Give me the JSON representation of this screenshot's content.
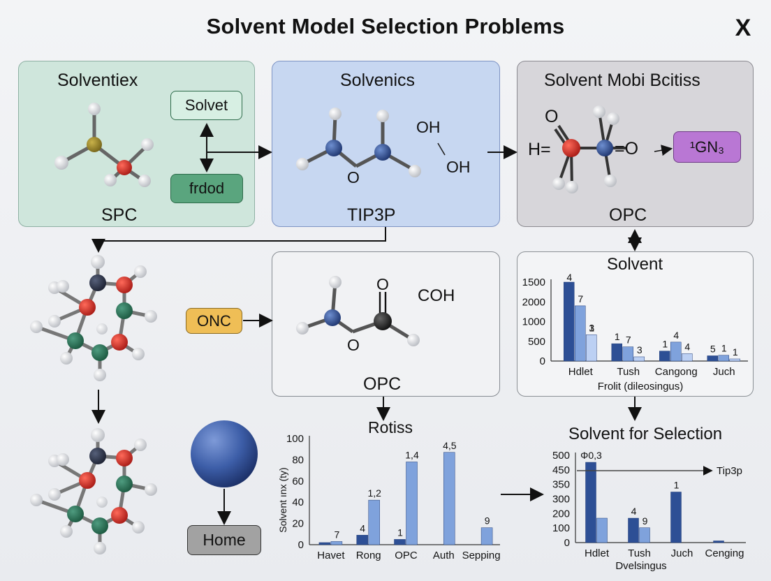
{
  "title": "Solvent Model Selection Problems",
  "close_label": "X",
  "panels": {
    "green": {
      "title": "Solventiex",
      "box_top": "Solvet",
      "box_bottom": "frdod",
      "caption": "SPC"
    },
    "blue": {
      "title": "Solvenics",
      "oh_top": "OH",
      "oh_bottom": "OH",
      "o_label": "O",
      "caption": "TIP3P"
    },
    "gray": {
      "title": "Solvent Mobi Bcitiss",
      "h_label": "H=",
      "o_top": "O",
      "o_right": "=O",
      "badge": "¹GN₃",
      "caption": "OPC"
    },
    "mid": {
      "o_top": "O",
      "o_bottom": "O",
      "coh": "COH",
      "caption": "OPC"
    }
  },
  "onc_label": "ONC",
  "home_label": "Home",
  "colors": {
    "green_panel": "#cfe6dc",
    "blue_panel": "#c7d7f1",
    "gray_panel": "#d7d6da",
    "bar_dark": "#2d4f95",
    "bar_mid": "#7fa2dc",
    "bar_light": "#bcd0f3",
    "badge": "#b977d4",
    "onc": "#efbe56",
    "home": "#a2a2a2",
    "sphere": "#3d5ea8"
  },
  "chart_data": [
    {
      "type": "bar",
      "title": "Solvent",
      "xlabel": "Frolit (dileosingus)",
      "ylabel": "",
      "ylim": [
        0,
        1500
      ],
      "yticks": [
        0,
        500,
        1000,
        2000,
        1500
      ],
      "categories": [
        "Hdlet",
        "Tush",
        "Cangong",
        "Juch"
      ],
      "series": [
        {
          "values": [
            1750,
            330,
            190,
            100
          ]
        },
        {
          "values": [
            1050,
            270,
            360,
            110
          ]
        },
        {
          "values": [
            500,
            80,
            140,
            40
          ]
        }
      ],
      "data_labels": [
        [
          "4",
          "7",
          "3",
          "1"
        ],
        [
          "1",
          "7",
          "3"
        ],
        [
          "1",
          "4",
          "4"
        ],
        [
          "5",
          "1",
          "1"
        ]
      ]
    },
    {
      "type": "bar",
      "title": "Rotiss",
      "xlabel": "",
      "ylabel": "Solvent ınx (ty)",
      "ylim": [
        0,
        100
      ],
      "yticks": [
        0,
        20,
        40,
        60,
        80,
        100
      ],
      "categories": [
        "Havet",
        "Rong",
        "OPC",
        "Auth",
        "Sepping"
      ],
      "series": [
        {
          "values": [
            2,
            9,
            5,
            0,
            0
          ]
        },
        {
          "values": [
            3,
            42,
            78,
            87,
            16
          ]
        }
      ],
      "data_labels": [
        [
          "",
          "7"
        ],
        [
          "4",
          "1,2"
        ],
        [
          "1",
          "1,4"
        ],
        [
          "",
          "4,5"
        ],
        [
          "",
          "9"
        ]
      ]
    },
    {
      "type": "bar",
      "title": "Solvent for Selection",
      "xlabel": "Dvelsingus",
      "ylabel": "",
      "ylim": [
        0,
        500
      ],
      "yticks": [
        0,
        100,
        200,
        300,
        350,
        450,
        500
      ],
      "categories": [
        "Hdlet",
        "Tush",
        "Juch",
        "Cenging"
      ],
      "series": [
        {
          "values": [
            460,
            140,
            290,
            10
          ]
        },
        {
          "values": [
            140,
            85,
            0,
            0
          ]
        }
      ],
      "data_labels": [
        [
          "Φ0,3",
          ""
        ],
        [
          "4",
          "9"
        ],
        [
          "1",
          ""
        ],
        [
          "",
          ""
        ]
      ],
      "annotation": "Tip3p"
    }
  ]
}
